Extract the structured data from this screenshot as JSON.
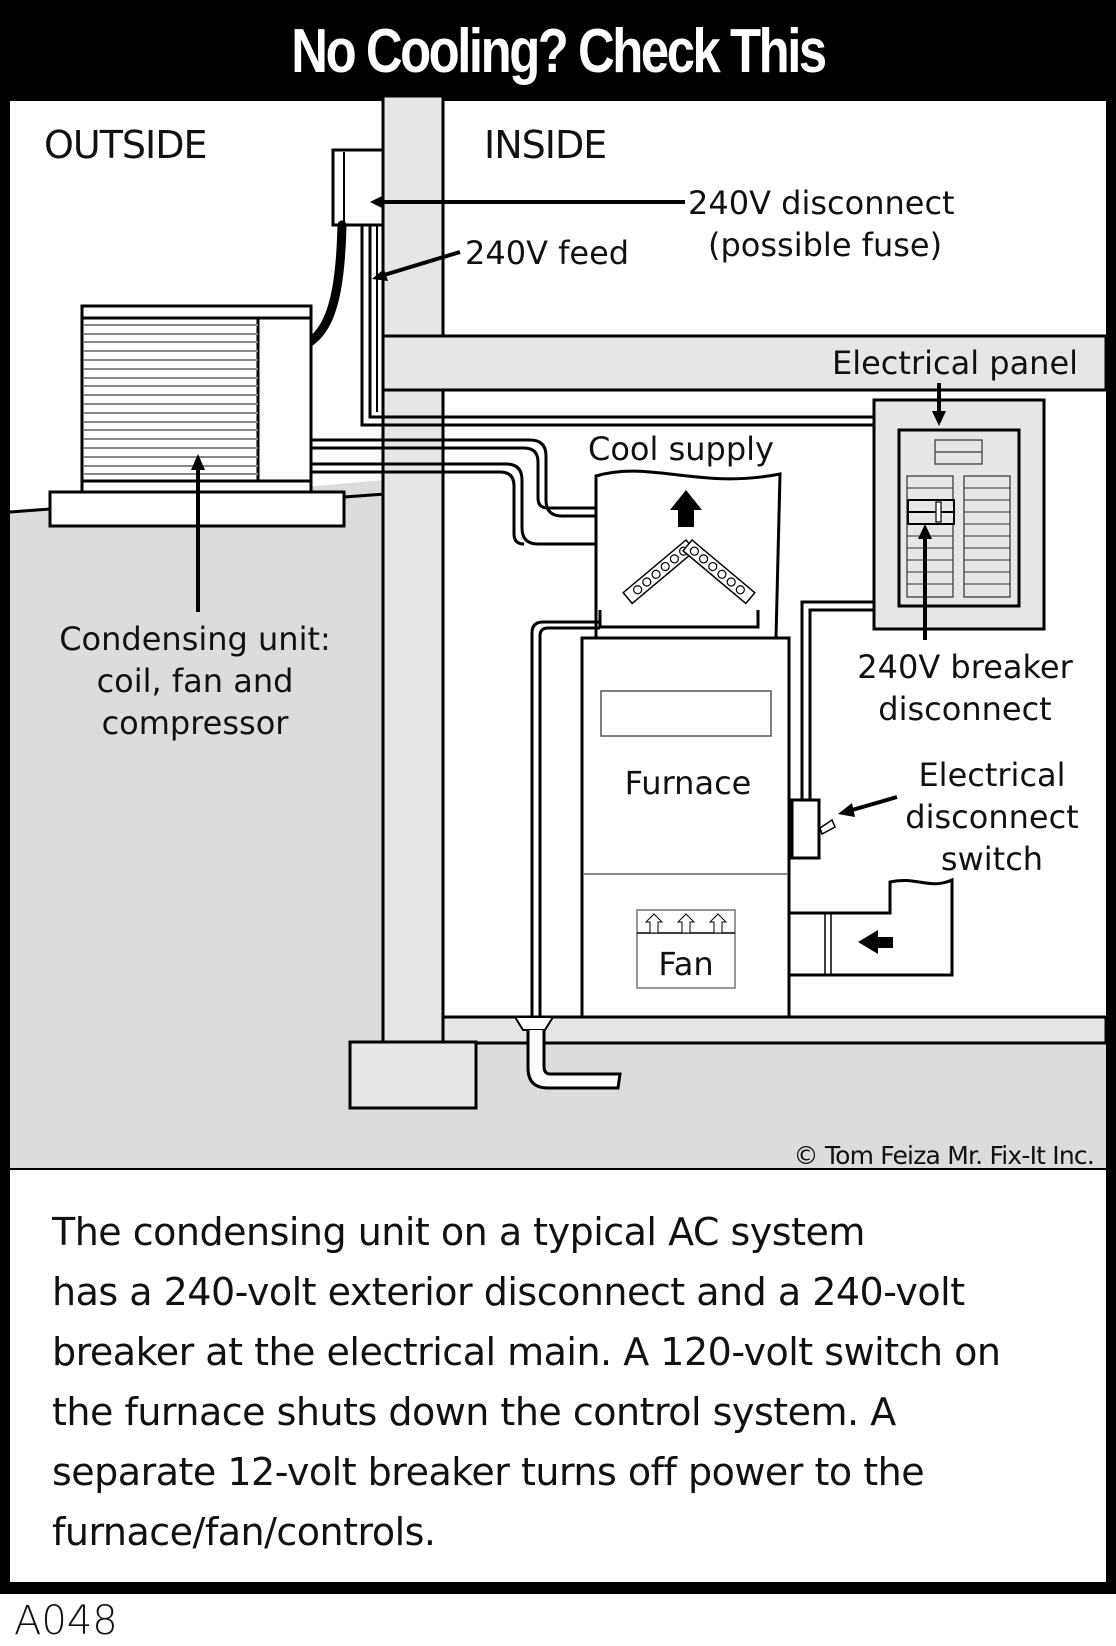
{
  "title": "No Cooling? Check This",
  "colors": {
    "frame": "#000000",
    "ground": "#dcdcdd",
    "wall": "#e6e6e8",
    "paper": "#ffffff"
  },
  "diagram": {
    "region_labels": {
      "outside": "OUTSIDE",
      "inside": "INSIDE"
    },
    "labels": {
      "disconnect_240v": "240V disconnect",
      "disconnect_240v_note": "(possible fuse)",
      "feed_240v": "240V feed",
      "electrical_panel": "Electrical panel",
      "cool_supply": "Cool supply",
      "condensing_unit_line1": "Condensing unit:",
      "condensing_unit_line2": "coil, fan and",
      "condensing_unit_line3": "compressor",
      "breaker_line1": "240V breaker",
      "breaker_line2": "disconnect",
      "furnace": "Furnace",
      "switch_line1": "Electrical",
      "switch_line2": "disconnect",
      "switch_line3": "switch",
      "fan": "Fan"
    },
    "copyright": "© Tom Feiza Mr. Fix-It Inc."
  },
  "caption": {
    "lines": [
      "The condensing unit on a typical AC system",
      "has a 240-volt exterior disconnect and a 240-volt",
      "breaker at the electrical main. A 120-volt switch on",
      "the furnace shuts down the control system. A",
      "separate 12-volt breaker turns off power to the",
      "furnace/fan/controls."
    ]
  },
  "code": "A048"
}
